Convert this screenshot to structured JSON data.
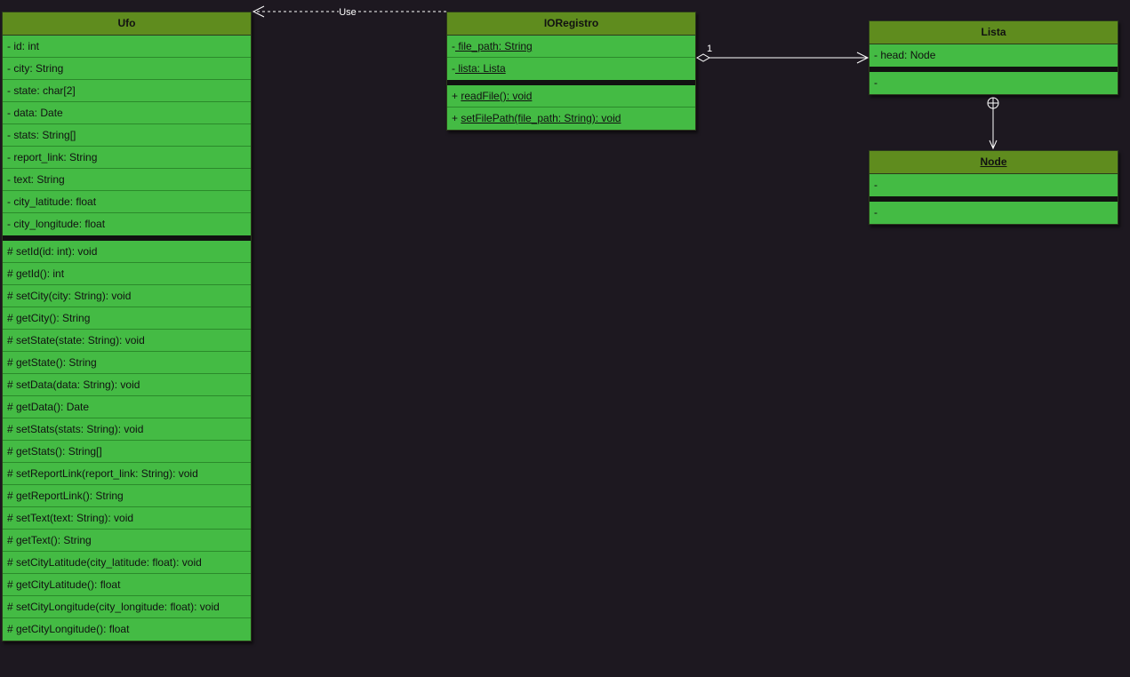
{
  "classes": {
    "ufo": {
      "name": "Ufo",
      "attributes": [
        "- id: int",
        "- city: String",
        "- state: char[2]",
        "- data: Date",
        "- stats: String[]",
        "- report_link: String",
        "- text: String",
        "- city_latitude: float",
        "- city_longitude: float"
      ],
      "methods": [
        "# setId(id: int): void",
        "# getId(): int",
        "# setCity(city: String): void",
        "# getCity(): String",
        "# setState(state: String): void",
        "# getState(): String",
        "# setData(data: String): void",
        "# getData(): Date",
        "# setStats(stats: String): void",
        "# getStats(): String[]",
        "# setReportLink(report_link: String): void",
        "# getReportLink(): String",
        "# setText(text: String): void",
        "# getText(): String",
        "# setCityLatitude(city_latitude: float): void",
        "# getCityLatitude(): float",
        "# setCityLongitude(city_longitude: float): void",
        "# getCityLongitude(): float"
      ]
    },
    "ioregistro": {
      "name": "IORegistro",
      "attributes": [
        {
          "vis": "-",
          "text": " file_path: String"
        },
        {
          "vis": "-",
          "text": " lista: Lista"
        }
      ],
      "methods": [
        {
          "vis": "+ ",
          "text": "readFile(): void"
        },
        {
          "vis": "+ ",
          "text": "setFilePath(file_path: String): void"
        }
      ]
    },
    "lista": {
      "name": "Lista",
      "attributes": [
        "- head: Node"
      ],
      "methods": [
        "-"
      ]
    },
    "node": {
      "name": "Node",
      "attributes": [
        "-"
      ],
      "methods": [
        "-"
      ]
    }
  },
  "relations": {
    "use_label": "Use",
    "aggregation_multiplicity": "1"
  },
  "colors": {
    "background": "#1d1820",
    "header": "#5f8c1e",
    "row": "#44bb44",
    "line": "#ffffff"
  }
}
